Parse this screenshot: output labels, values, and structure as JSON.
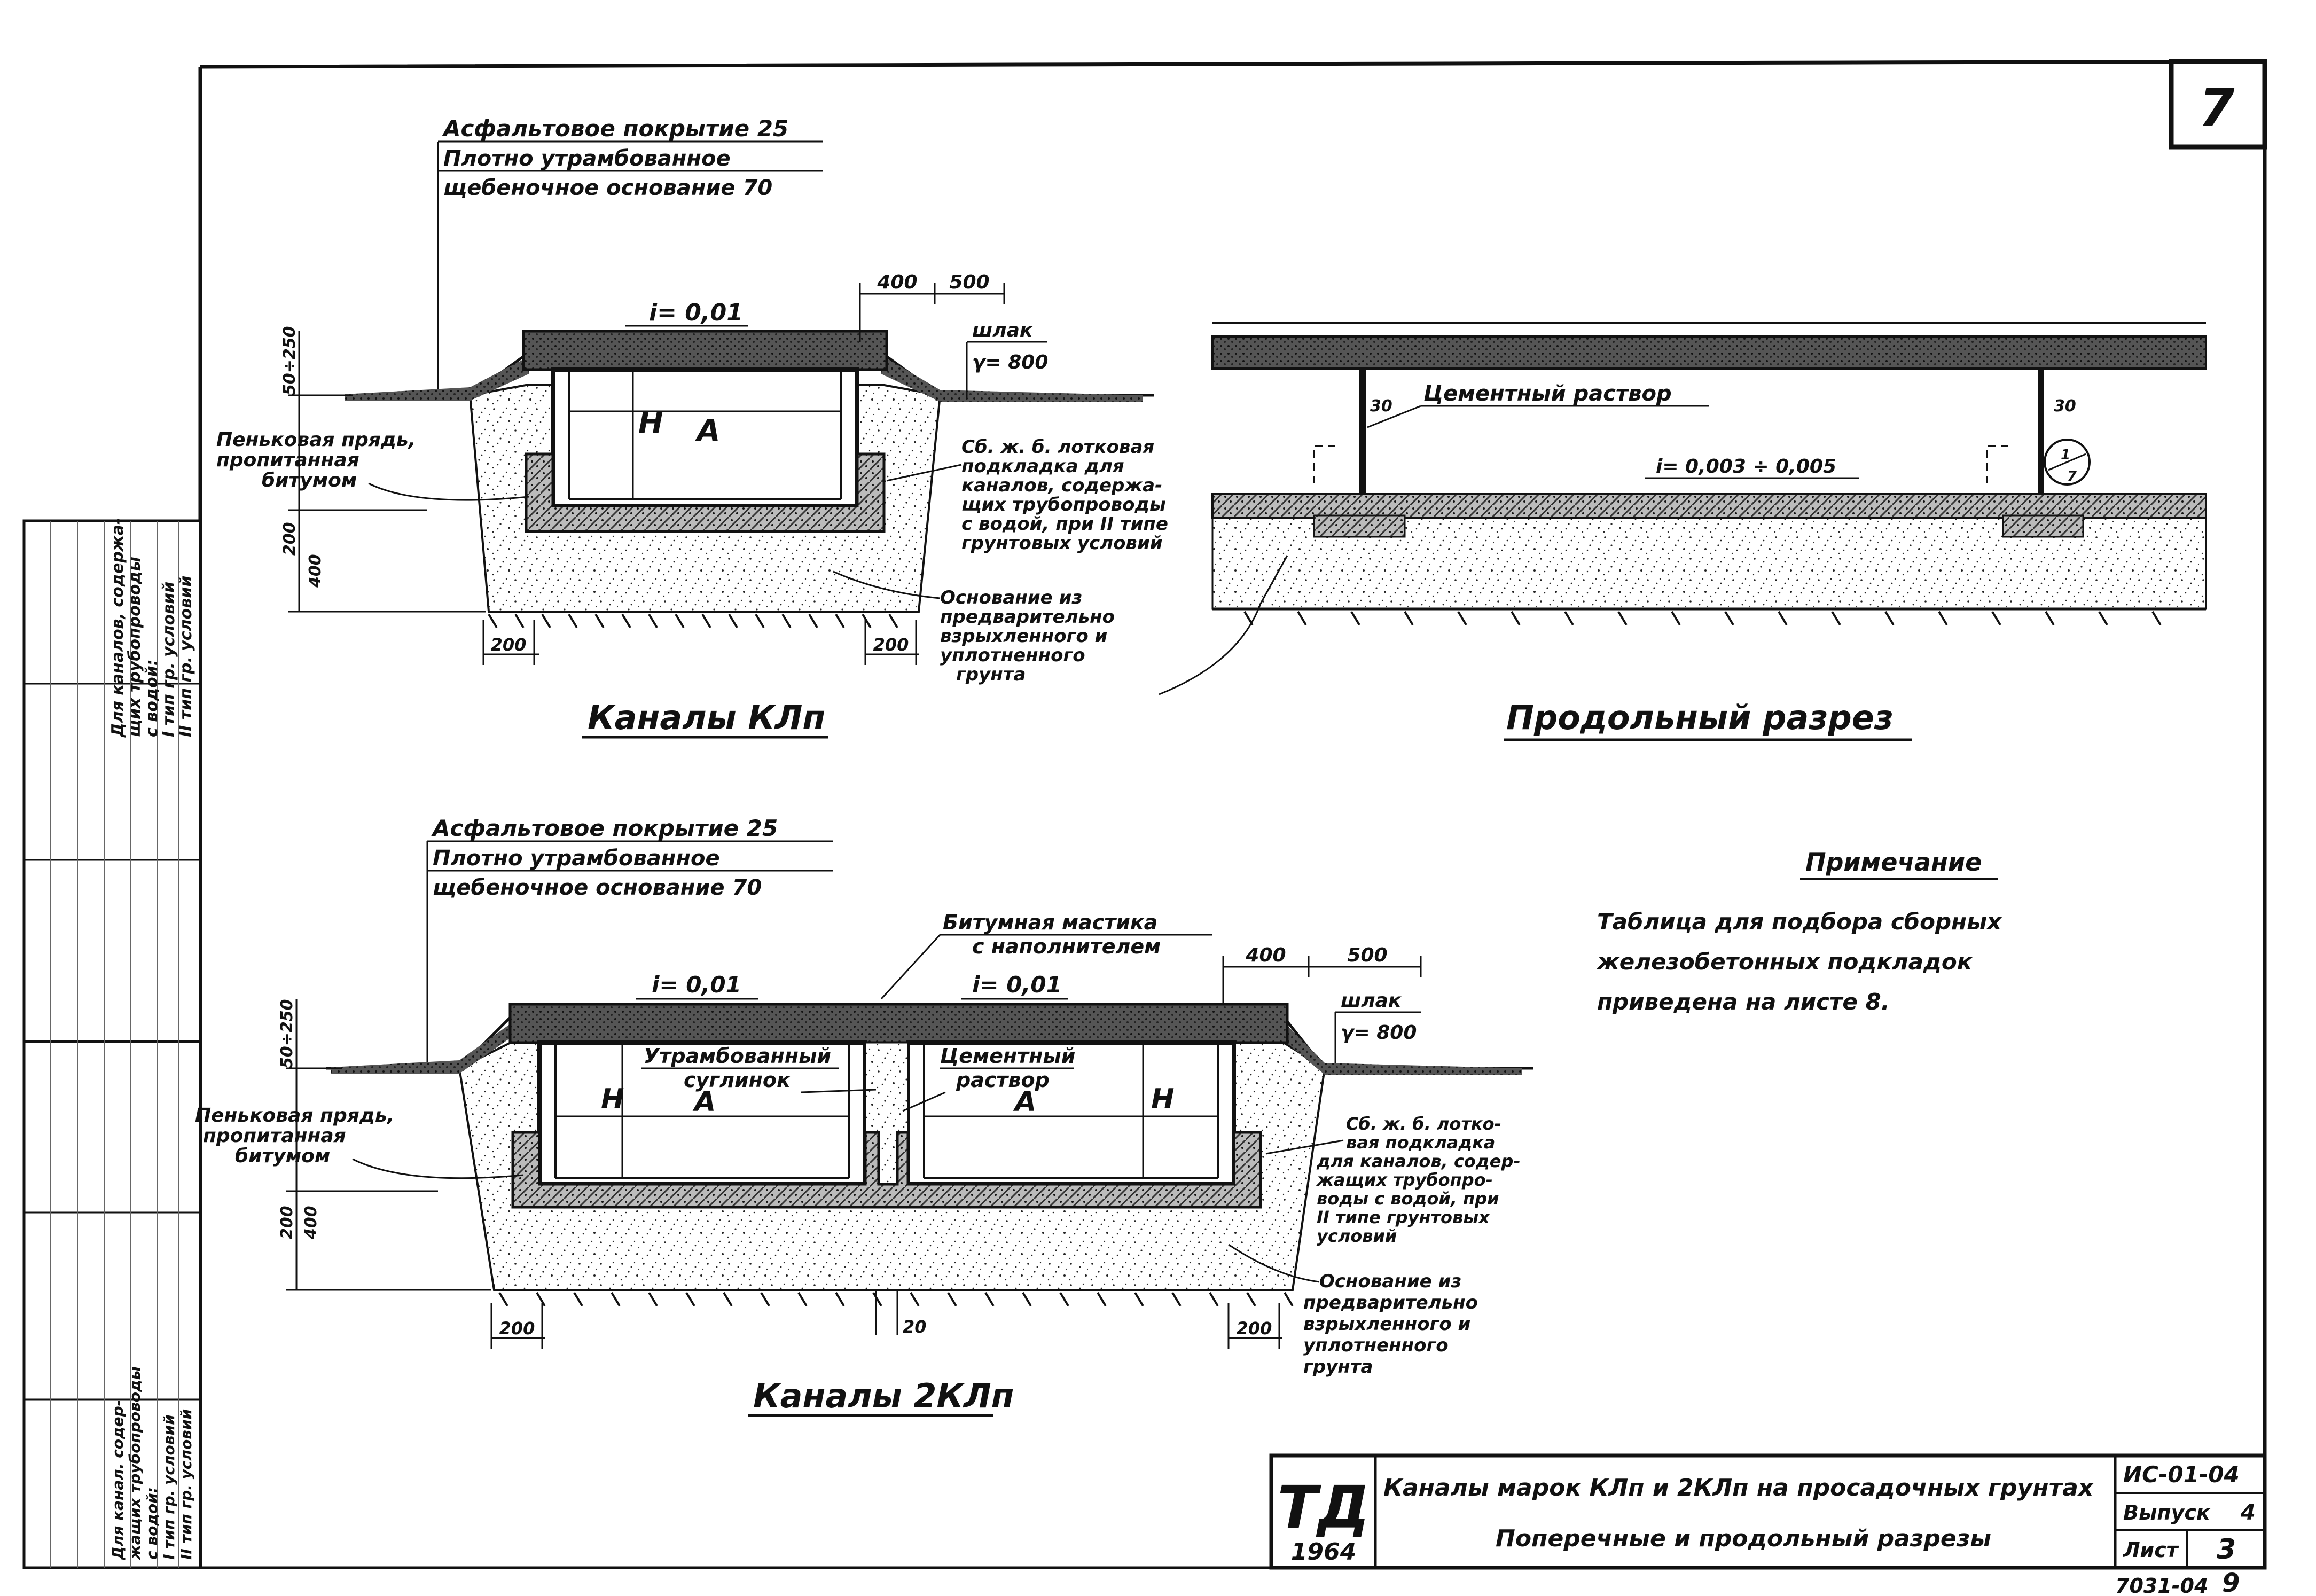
{
  "sheet_number": "7",
  "upper_section": {
    "callouts": [
      "Асфальтовое покрытие 25",
      "Плотно утрамбованное",
      "щебеночное основание 70"
    ],
    "slope": "i= 0,01",
    "dims": {
      "d400": "400",
      "d500": "500",
      "d200_left": "200",
      "d200_right": "200",
      "v_top": "50÷250",
      "v_mid": "200",
      "v_low": "400"
    },
    "slag": [
      "шлак",
      "γ= 800"
    ],
    "tow_label": [
      "Пеньковая прядь,",
      "пропитанная",
      "битумом"
    ],
    "H": "H",
    "A": "A",
    "tray_note": [
      "Сб. ж. б. лотковая",
      "подкладка для",
      "каналов, содержа-",
      "щих трубопроводы",
      "с водой, при II типе",
      "грунтовых условий"
    ],
    "base_note": [
      "Основание из",
      "предварительно",
      "взрыхленного и",
      "уплотненного",
      "грунта"
    ],
    "title": "Каналы КЛп"
  },
  "longitudinal": {
    "cement": "Цементный раствор",
    "slope": "i= 0,003 ÷ 0,005",
    "d30a": "30",
    "d30b": "30",
    "marker": "1",
    "marker_sub": "7",
    "title": "Продольный разрез"
  },
  "lower_section": {
    "callouts": [
      "Асфальтовое покрытие 25",
      "Плотно утрамбованное",
      "щебеночное основание 70"
    ],
    "mastic": [
      "Битумная мастика",
      "с наполнителем"
    ],
    "slope_left": "i= 0,01",
    "slope_right": "i= 0,01",
    "dims": {
      "d400": "400",
      "d500": "500",
      "d200_left": "200",
      "d200_right": "200",
      "d20": "20",
      "v_top": "50÷250",
      "v_mid": "200",
      "v_low": "400"
    },
    "slag": [
      "шлак",
      "γ= 800"
    ],
    "tow_label": [
      "Пеньковая прядь,",
      "пропитанная",
      "битумом"
    ],
    "rammed": [
      "Утрамбованный",
      "суглинок"
    ],
    "cement": [
      "Цементный",
      "раствор"
    ],
    "H_left": "H",
    "H_right": "H",
    "A_left": "A",
    "A_right": "A",
    "tray_note": [
      "Сб. ж. б. лотко-",
      "вая подкладка",
      "для каналов, содер-",
      "жащих трубопро-",
      "воды с водой, при",
      "II типе грунтовых",
      "условий"
    ],
    "base_note": [
      "Основание из",
      "предварительно",
      "взрыхленного и",
      "уплотненного",
      "грунта"
    ],
    "title": "Каналы 2КЛп"
  },
  "note": {
    "heading": "Примечание",
    "lines": [
      "Таблица для подбора сборных",
      "железобетонных подкладок",
      "приведена на листе 8."
    ]
  },
  "left_strip": {
    "upper": [
      "Для каналов, содержа-",
      "щих трубопроводы",
      "с водой:",
      "I тип гр. условий",
      "II тип гр. условий"
    ],
    "lower": [
      "Для канал. содер-",
      "жащих трубопроводы",
      "с водой:",
      "I тип гр. условий",
      "II тип гр. условий"
    ]
  },
  "title_block": {
    "logo": "ТД",
    "year": "1964",
    "title_line1": "Каналы марок КЛп и 2КЛп на просадочных грунтах",
    "title_line2": "Поперечные и продольный разрезы",
    "code": "ИС-01-04",
    "issue_label": "Выпуск",
    "issue_value": "4",
    "sheet_label": "Лист",
    "sheet_value": "3"
  },
  "footer": {
    "archive": "7031-04",
    "page": "9"
  }
}
